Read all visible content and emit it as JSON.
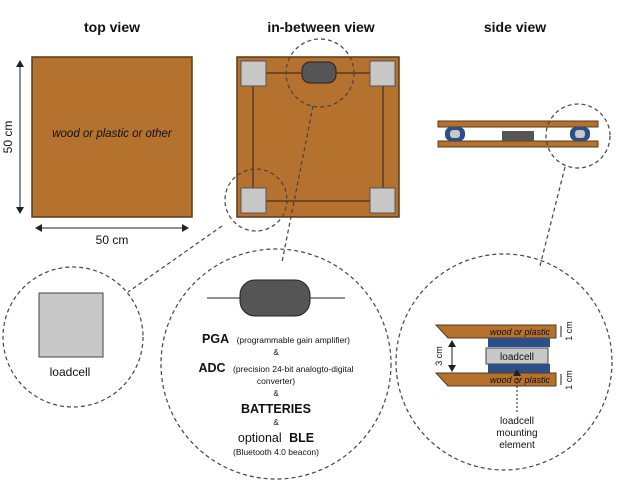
{
  "titles": {
    "top": "top view",
    "between": "in-between view",
    "side": "side view"
  },
  "top_view": {
    "plate_label": "wood or plastic or other",
    "width_label": "50 cm",
    "height_label": "50 cm"
  },
  "loadcell_detail": {
    "label": "loadcell"
  },
  "electronics_detail": {
    "pga_bold": "PGA",
    "pga_desc": "(programmable gain amplifier)",
    "amp1": "&",
    "adc_bold": "ADC",
    "adc_desc_1": "(precision 24-bit analogto-digital",
    "adc_desc_2": "converter)",
    "amp2": "&",
    "batteries": "BATTERIES",
    "amp3": "&",
    "optional": "optional",
    "ble_bold": "BLE",
    "ble_desc": "(Bluetooth 4.0 beacon)"
  },
  "side_detail": {
    "top_plate": "wood or plastic",
    "bottom_plate": "wood or plastic",
    "loadcell": "loadcell",
    "dim_left": "3 cm",
    "dim_right_top": "1 cm",
    "dim_right_bottom": "1 cm",
    "mount_1": "loadcell",
    "mount_2": "mounting",
    "mount_3": "element"
  },
  "colors": {
    "wood": "#b5712e",
    "wood_edge": "#5a3a1a",
    "loadcell_gray": "#c8c8c8",
    "module_dark": "#555555",
    "blue": "#2c4f8a"
  }
}
